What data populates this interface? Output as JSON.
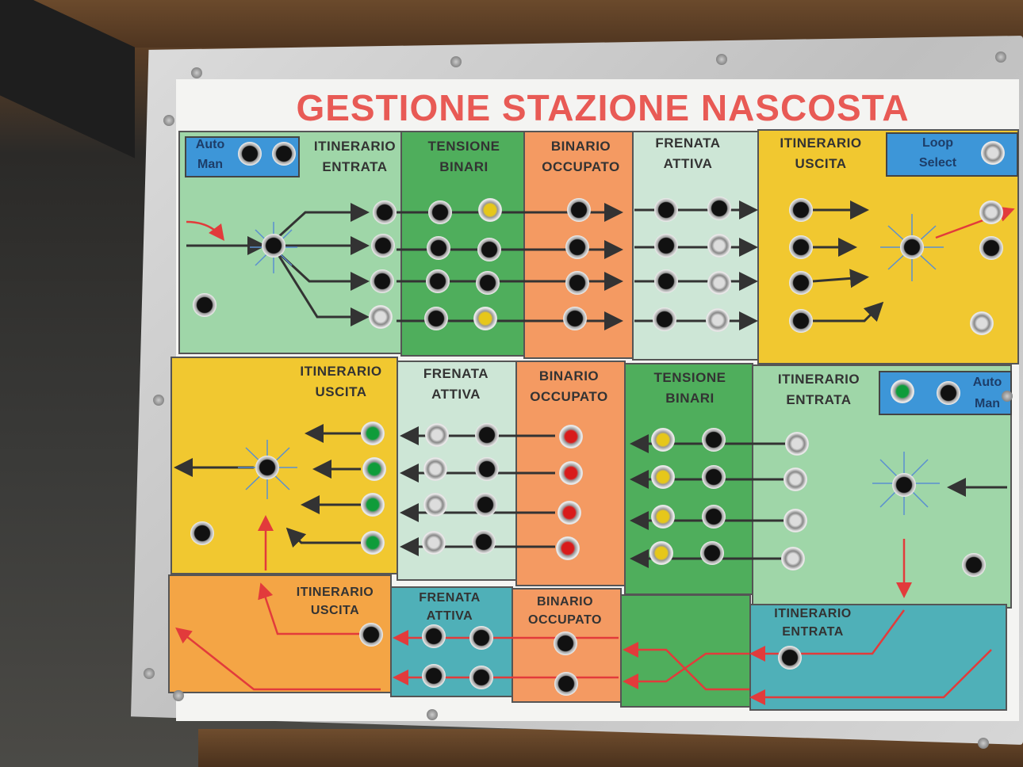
{
  "title": "GESTIONE STAZIONE NASCOSTA",
  "row1": {
    "auto_man": {
      "auto": "Auto",
      "man": "Man"
    },
    "sections": [
      {
        "line1": "ITINERARIO",
        "line2": "ENTRATA",
        "color": "#9fd6a8"
      },
      {
        "line1": "TENSIONE",
        "line2": "BINARI",
        "color": "#4fae5c"
      },
      {
        "line1": "BINARIO",
        "line2": "OCCUPATO",
        "color": "#f49a62"
      },
      {
        "line1": "FRENATA",
        "line2": "ATTIVA",
        "color": "#cde6d6"
      },
      {
        "line1": "ITINERARIO",
        "line2": "USCITA",
        "color": "#f1c830"
      }
    ],
    "loop_select": {
      "line1": "Loop",
      "line2": "Select"
    }
  },
  "row2": {
    "sections": [
      {
        "line1": "ITINERARIO",
        "line2": "USCITA",
        "color": "#f1c830"
      },
      {
        "line1": "FRENATA",
        "line2": "ATTIVA",
        "color": "#cde6d6"
      },
      {
        "line1": "BINARIO",
        "line2": "OCCUPATO",
        "color": "#f49a62"
      },
      {
        "line1": "TENSIONE",
        "line2": "BINARI",
        "color": "#4fae5c"
      },
      {
        "line1": "ITINERARIO",
        "line2": "ENTRATA",
        "color": "#9fd6a8"
      }
    ],
    "auto_man": {
      "auto": "Auto",
      "man": "Man"
    }
  },
  "row3": {
    "sections": [
      {
        "line1": "ITINERARIO",
        "line2": "USCITA",
        "color": "#f4a545"
      },
      {
        "line1": "FRENATA",
        "line2": "ATTIVA",
        "color": "#4fb0b8"
      },
      {
        "line1": "BINARIO",
        "line2": "OCCUPATO",
        "color": "#f49a62"
      },
      {
        "line1": "",
        "line2": "",
        "color": "#4fae5c"
      },
      {
        "line1": "ITINERARIO",
        "line2": "ENTRATA",
        "color": "#4fb0b8"
      }
    ]
  }
}
